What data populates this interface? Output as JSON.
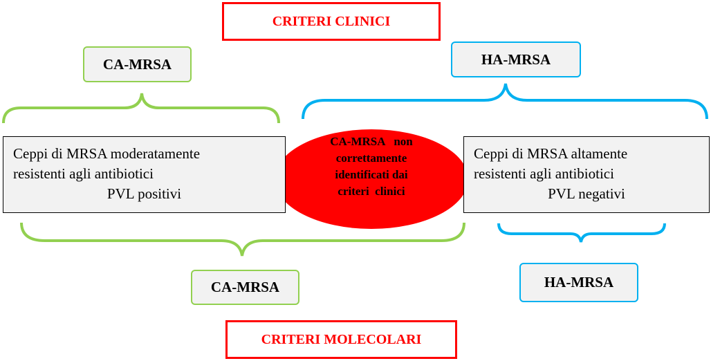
{
  "criteria": {
    "clinical": "CRITERI CLINICI",
    "molecular": "CRITERI MOLECOLARI"
  },
  "labels": {
    "top_ca": "CA-MRSA",
    "top_ha": "HA-MRSA",
    "bottom_ca": "CA-MRSA",
    "bottom_ha": "HA-MRSA"
  },
  "left_box": {
    "line1": "Ceppi di MRSA moderatamente",
    "line2": "resistenti agli antibiotici",
    "line3": "PVL positivi"
  },
  "right_box": {
    "line1": "Ceppi di MRSA altamente",
    "line2": "resistenti agli antibiotici",
    "line3": "PVL negativi"
  },
  "overlap": {
    "line1": "CA-MRSA   non",
    "line2": "correttamente",
    "line3": "identificati dai",
    "line4": "criteri  clinici"
  },
  "colors": {
    "red": "#ff0000",
    "green": "#92d050",
    "blue": "#00b0f0",
    "box_bg": "#f2f2f2"
  }
}
